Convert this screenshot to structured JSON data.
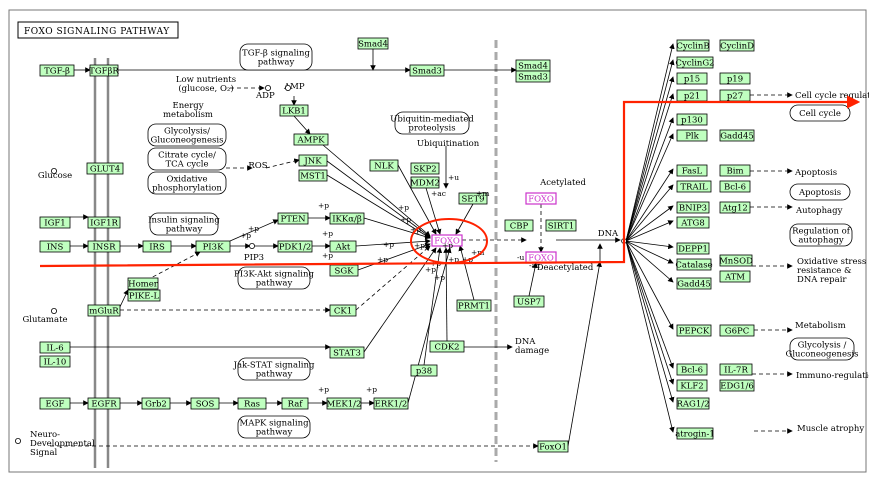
{
  "title": "FOXO SIGNALING PATHWAY",
  "colors": {
    "gene_fill": "#bfffbf",
    "highlight": "#ff2200",
    "foxo_border": "#cc33cc"
  },
  "genes": [
    {
      "id": "tgfb",
      "label": "TGF-β"
    },
    {
      "id": "tgfbr",
      "label": "TGFβR"
    },
    {
      "id": "smad4a",
      "label": "Smad4"
    },
    {
      "id": "smad3a",
      "label": "Smad3"
    },
    {
      "id": "smad4b",
      "label": "Smad4"
    },
    {
      "id": "smad3b",
      "label": "Smad3"
    },
    {
      "id": "lkb1",
      "label": "LKB1"
    },
    {
      "id": "ampk",
      "label": "AMPK"
    },
    {
      "id": "jnk",
      "label": "JNK"
    },
    {
      "id": "mst1",
      "label": "MST1"
    },
    {
      "id": "nlk",
      "label": "NLK"
    },
    {
      "id": "skp2",
      "label": "SKP2"
    },
    {
      "id": "mdm2",
      "label": "MDM2"
    },
    {
      "id": "glut4",
      "label": "GLUT4"
    },
    {
      "id": "igf1",
      "label": "IGF1"
    },
    {
      "id": "igf1r",
      "label": "IGF1R"
    },
    {
      "id": "ins",
      "label": "INS"
    },
    {
      "id": "insr",
      "label": "INSR"
    },
    {
      "id": "irs",
      "label": "IRS"
    },
    {
      "id": "pi3k",
      "label": "PI3K"
    },
    {
      "id": "pten",
      "label": "PTEN"
    },
    {
      "id": "ikkab",
      "label": "IKKα/β"
    },
    {
      "id": "pdk12",
      "label": "PDK1/2"
    },
    {
      "id": "akt",
      "label": "Akt"
    },
    {
      "id": "sgk",
      "label": "SGK"
    },
    {
      "id": "set9",
      "label": "SET9"
    },
    {
      "id": "cbp",
      "label": "CBP"
    },
    {
      "id": "sirt1",
      "label": "SIRT1"
    },
    {
      "id": "usp7",
      "label": "USP7"
    },
    {
      "id": "prmt1",
      "label": "PRMT1"
    },
    {
      "id": "homer",
      "label": "Homer"
    },
    {
      "id": "pikel",
      "label": "PIKE-L"
    },
    {
      "id": "mglur",
      "label": "mGluR"
    },
    {
      "id": "ck1",
      "label": "CK1"
    },
    {
      "id": "il6",
      "label": "IL-6"
    },
    {
      "id": "il10",
      "label": "IL-10"
    },
    {
      "id": "stat3",
      "label": "STAT3"
    },
    {
      "id": "cdk2",
      "label": "CDK2"
    },
    {
      "id": "p38",
      "label": "p38"
    },
    {
      "id": "egf",
      "label": "EGF"
    },
    {
      "id": "egfr",
      "label": "EGFR"
    },
    {
      "id": "grb2",
      "label": "Grb2"
    },
    {
      "id": "sos",
      "label": "SOS"
    },
    {
      "id": "ras",
      "label": "Ras"
    },
    {
      "id": "raf",
      "label": "Raf"
    },
    {
      "id": "mek12",
      "label": "MEK1/2"
    },
    {
      "id": "erk12",
      "label": "ERK1/2"
    },
    {
      "id": "foxo1",
      "label": "FoxO1"
    },
    {
      "id": "cyclinb",
      "label": "CyclinB"
    },
    {
      "id": "cyclind",
      "label": "CyclinD"
    },
    {
      "id": "cyclingg2",
      "label": "CyclinG2"
    },
    {
      "id": "p15",
      "label": "p15"
    },
    {
      "id": "p19",
      "label": "p19"
    },
    {
      "id": "p21",
      "label": "p21"
    },
    {
      "id": "p27",
      "label": "p27"
    },
    {
      "id": "p130",
      "label": "p130"
    },
    {
      "id": "plk",
      "label": "Plk"
    },
    {
      "id": "gadd45a",
      "label": "Gadd45"
    },
    {
      "id": "fasl",
      "label": "FasL"
    },
    {
      "id": "bim",
      "label": "Bim"
    },
    {
      "id": "trail",
      "label": "TRAIL"
    },
    {
      "id": "bcl6a",
      "label": "Bcl-6"
    },
    {
      "id": "bnip3",
      "label": "BNIP3"
    },
    {
      "id": "atg12",
      "label": "Atg12"
    },
    {
      "id": "atg8",
      "label": "ATG8"
    },
    {
      "id": "depp1",
      "label": "DEPP1"
    },
    {
      "id": "mnsod",
      "label": "MnSOD"
    },
    {
      "id": "catalase",
      "label": "Catalase"
    },
    {
      "id": "atm",
      "label": "ATM"
    },
    {
      "id": "gadd45b",
      "label": "Gadd45"
    },
    {
      "id": "pepck",
      "label": "PEPCK"
    },
    {
      "id": "g6pc",
      "label": "G6PC"
    },
    {
      "id": "bcl6b",
      "label": "Bcl-6"
    },
    {
      "id": "il7r",
      "label": "IL-7R"
    },
    {
      "id": "klf2",
      "label": "KLF2"
    },
    {
      "id": "edg16",
      "label": "EDG1/6"
    },
    {
      "id": "rag12",
      "label": "RAG1/2"
    },
    {
      "id": "atrogin1",
      "label": "atrogin-1"
    }
  ],
  "foxo": {
    "main": "FOXO",
    "acetylated": "FOXO",
    "deacetylated": "FOXO"
  },
  "maps": [
    {
      "id": "tgfmap",
      "lines": [
        "TGF-β signaling",
        "pathway"
      ]
    },
    {
      "id": "glyco",
      "lines": [
        "Glycolysis/",
        "Gluconeogenesis"
      ]
    },
    {
      "id": "citrate",
      "lines": [
        "Citrate cycle/",
        "TCA cycle"
      ]
    },
    {
      "id": "oxphos",
      "lines": [
        "Oxidative",
        "phosphorylation"
      ]
    },
    {
      "id": "ubmap",
      "lines": [
        "Ubiquitin-mediated",
        "proteolysis"
      ]
    },
    {
      "id": "insmap",
      "lines": [
        "Insulin signaling",
        "pathway"
      ]
    },
    {
      "id": "pi3kmap",
      "lines": [
        "PI3K-Akt signaling",
        "pathway"
      ]
    },
    {
      "id": "jakmap",
      "lines": [
        "Jak-STAT signaling",
        "pathway"
      ]
    },
    {
      "id": "mapkmap",
      "lines": [
        "MAPK signaling",
        "pathway"
      ]
    },
    {
      "id": "cellcycle",
      "lines": [
        "Cell cycle"
      ]
    },
    {
      "id": "apopmap",
      "lines": [
        "Apoptosis"
      ]
    },
    {
      "id": "autophmap",
      "lines": [
        "Regulation of",
        "autophagy"
      ]
    },
    {
      "id": "glycomap2",
      "lines": [
        "Glycolysis /",
        "Gluconeogenesis"
      ]
    }
  ],
  "notes": [
    {
      "id": "lownut",
      "lines": [
        "Low nutrients",
        "(glucose, O₂)"
      ]
    },
    {
      "id": "energy",
      "lines": [
        "Energy",
        "metabolism"
      ]
    },
    {
      "id": "amp",
      "lines": [
        "AMP"
      ]
    },
    {
      "id": "adp",
      "lines": [
        "ADP"
      ]
    },
    {
      "id": "ros",
      "lines": [
        "ROS"
      ]
    },
    {
      "id": "glucose",
      "lines": [
        "Glucose"
      ]
    },
    {
      "id": "pip3",
      "lines": [
        "PIP3"
      ]
    },
    {
      "id": "glutamate",
      "lines": [
        "Glutamate"
      ]
    },
    {
      "id": "ubiq",
      "lines": [
        "Ubiquitination"
      ]
    },
    {
      "id": "acet",
      "lines": [
        "Acetylated"
      ]
    },
    {
      "id": "deacet",
      "lines": [
        "Deacetylated"
      ]
    },
    {
      "id": "dna",
      "lines": [
        "DNA"
      ]
    },
    {
      "id": "dnadam",
      "lines": [
        "DNA",
        "damage"
      ]
    },
    {
      "id": "neuro",
      "lines": [
        "Neuro-",
        "Developmental",
        "Signal"
      ]
    },
    {
      "id": "ccreg",
      "lines": [
        "Cell cycle regulation"
      ]
    },
    {
      "id": "apop",
      "lines": [
        "Apoptosis"
      ]
    },
    {
      "id": "autoph",
      "lines": [
        "Autophagy"
      ]
    },
    {
      "id": "oxstress",
      "lines": [
        "Oxidative stress",
        "resistance &",
        "DNA repair"
      ]
    },
    {
      "id": "metab",
      "lines": [
        "Metabolism"
      ]
    },
    {
      "id": "immuno",
      "lines": [
        "Immuno-regulation"
      ]
    },
    {
      "id": "muscle",
      "lines": [
        "Muscle atrophy"
      ]
    }
  ],
  "edge_labels": [
    "+p",
    "+p",
    "+p",
    "+p",
    "+p",
    "+p",
    "+p",
    "+p",
    "+u",
    "+m",
    "+m",
    "+ac",
    "-ac",
    "-u",
    "+p",
    "+p",
    "+p",
    "+p",
    "+p",
    "+p",
    "+p",
    "+p",
    "+p",
    "+p",
    "+p"
  ]
}
